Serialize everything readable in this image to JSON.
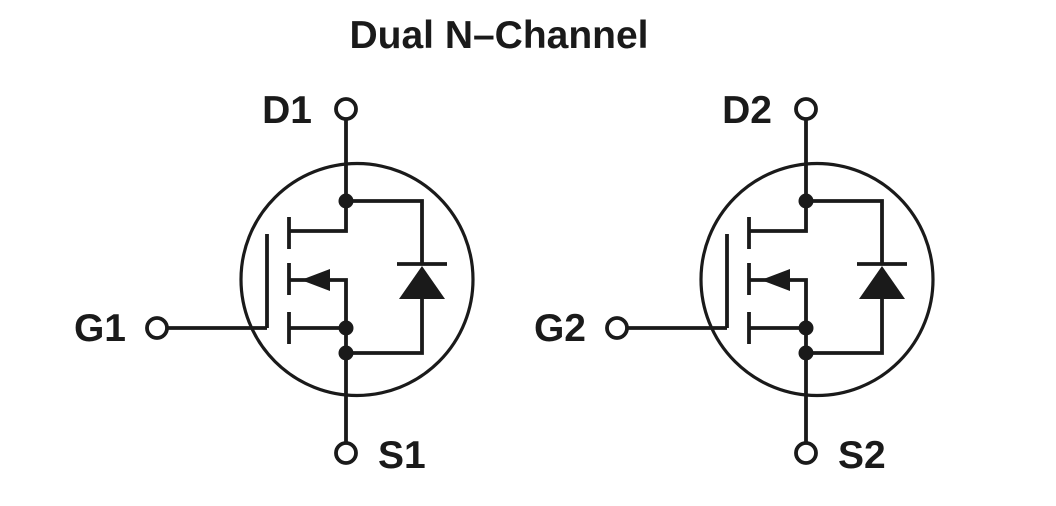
{
  "title": "Dual N–Channel",
  "colors": {
    "ink": "#1a1a1a",
    "background": "#ffffff"
  },
  "schematic": {
    "type": "circuit-diagram",
    "description": "Two N-channel power MOSFET symbols, each with integral source-to-drain body diode, drawn inside a circular envelope",
    "transistors": [
      {
        "id": "Q1",
        "drain_label": "D1",
        "gate_label": "G1",
        "source_label": "S1"
      },
      {
        "id": "Q2",
        "drain_label": "D2",
        "gate_label": "G2",
        "source_label": "S2"
      }
    ]
  }
}
